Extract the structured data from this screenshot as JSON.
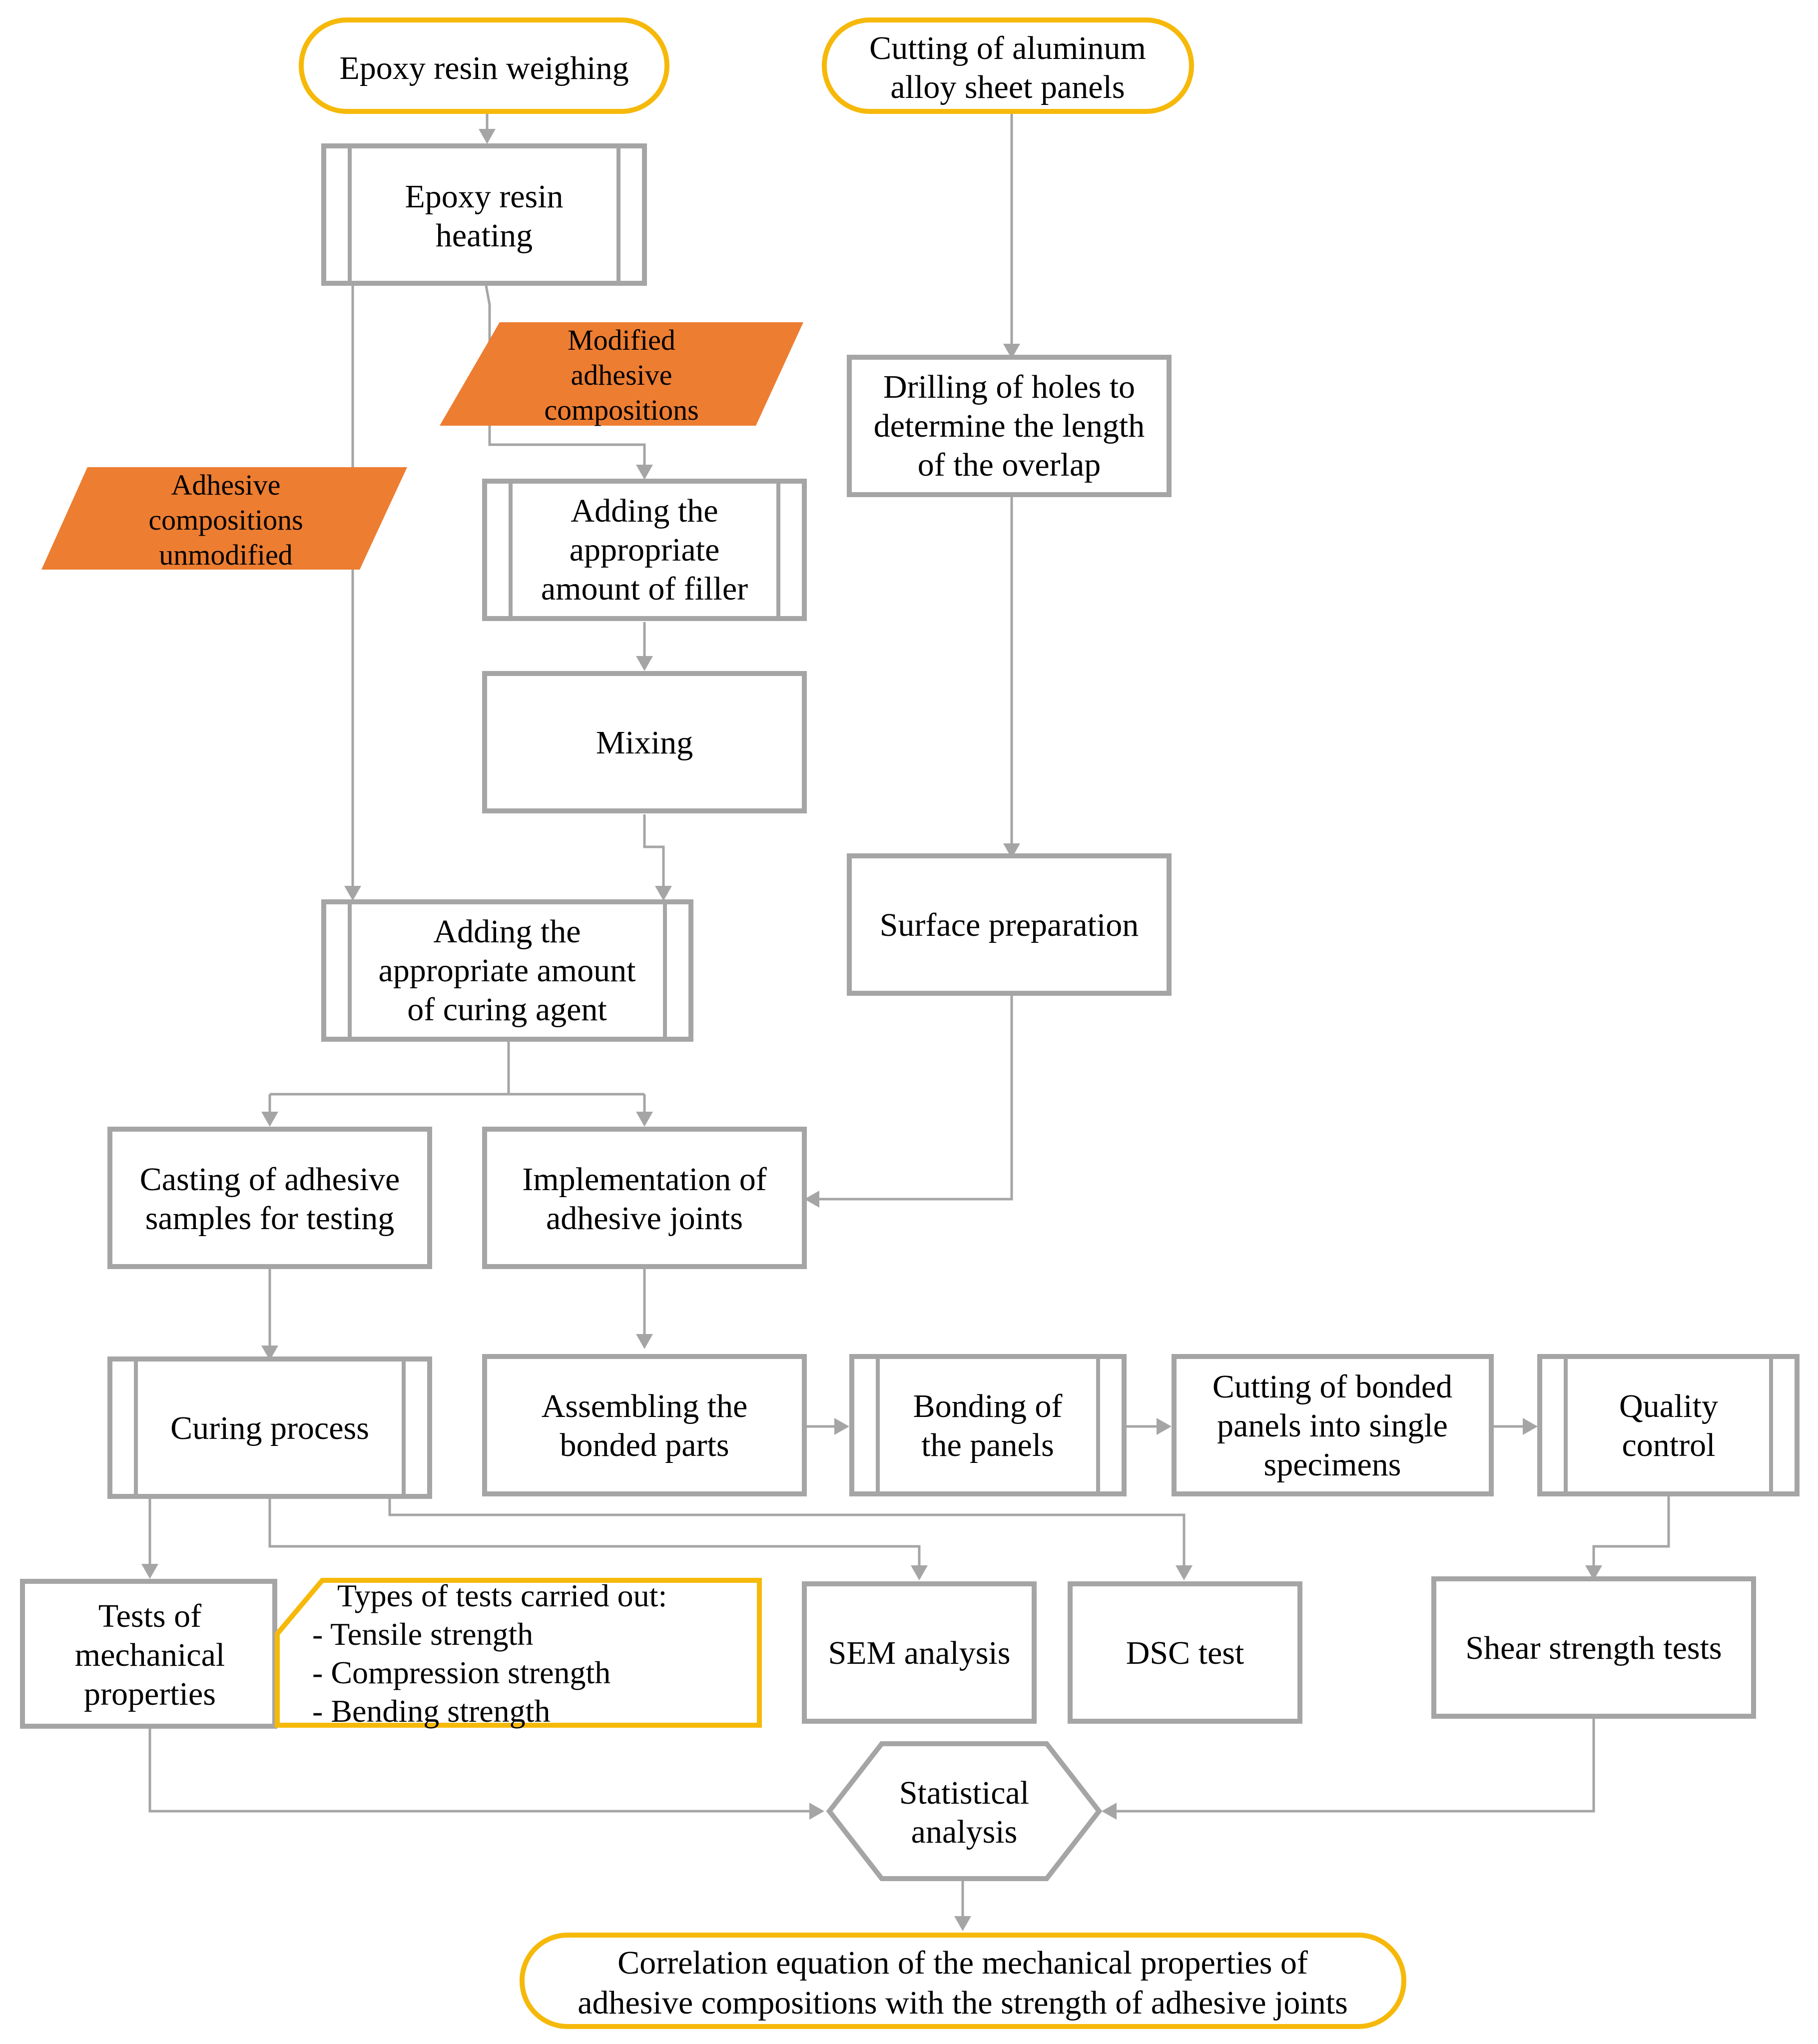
{
  "colors": {
    "box_stroke": "#a5a5a5",
    "terminal_stroke": "#f6b90a",
    "input_fill": "#ed7d31"
  },
  "nodes": {
    "epoxy_weighing": "Epoxy resin weighing",
    "cutting_al": [
      "Cutting of aluminum",
      "alloy sheet panels"
    ],
    "epoxy_heating": [
      "Epoxy resin",
      "heating"
    ],
    "modified": [
      "Modified",
      "adhesive",
      "compositions"
    ],
    "unmodified": [
      "Adhesive",
      "compositions",
      "unmodified"
    ],
    "drilling": [
      "Drilling of holes to",
      "determine the length",
      "of the overlap"
    ],
    "adding_filler": [
      "Adding the",
      "appropriate",
      "amount of filler"
    ],
    "mixing": "Mixing",
    "adding_curing": [
      "Adding the",
      "appropriate amount",
      "of curing agent"
    ],
    "surface_prep": "Surface preparation",
    "casting": [
      "Casting of adhesive",
      "samples for testing"
    ],
    "implementation": [
      "Implementation of",
      "adhesive joints"
    ],
    "curing": "Curing process",
    "assembling": [
      "Assembling the",
      "bonded parts"
    ],
    "bonding": [
      "Bonding of",
      "the panels"
    ],
    "cutting_bonded": [
      "Cutting of bonded",
      "panels into single",
      "specimens"
    ],
    "quality": [
      "Quality",
      "control"
    ],
    "tests_mech": [
      "Tests of",
      "mechanical",
      "properties"
    ],
    "test_types": [
      "Types of tests carried out:",
      "- Tensile strength",
      "- Compression strength",
      "- Bending strength"
    ],
    "sem": "SEM analysis",
    "dsc": "DSC test",
    "shear": "Shear strength tests",
    "statistical": [
      "Statistical",
      "analysis"
    ],
    "correlation": [
      "Correlation equation of the mechanical properties of",
      "adhesive compositions with the strength of adhesive joints"
    ]
  }
}
